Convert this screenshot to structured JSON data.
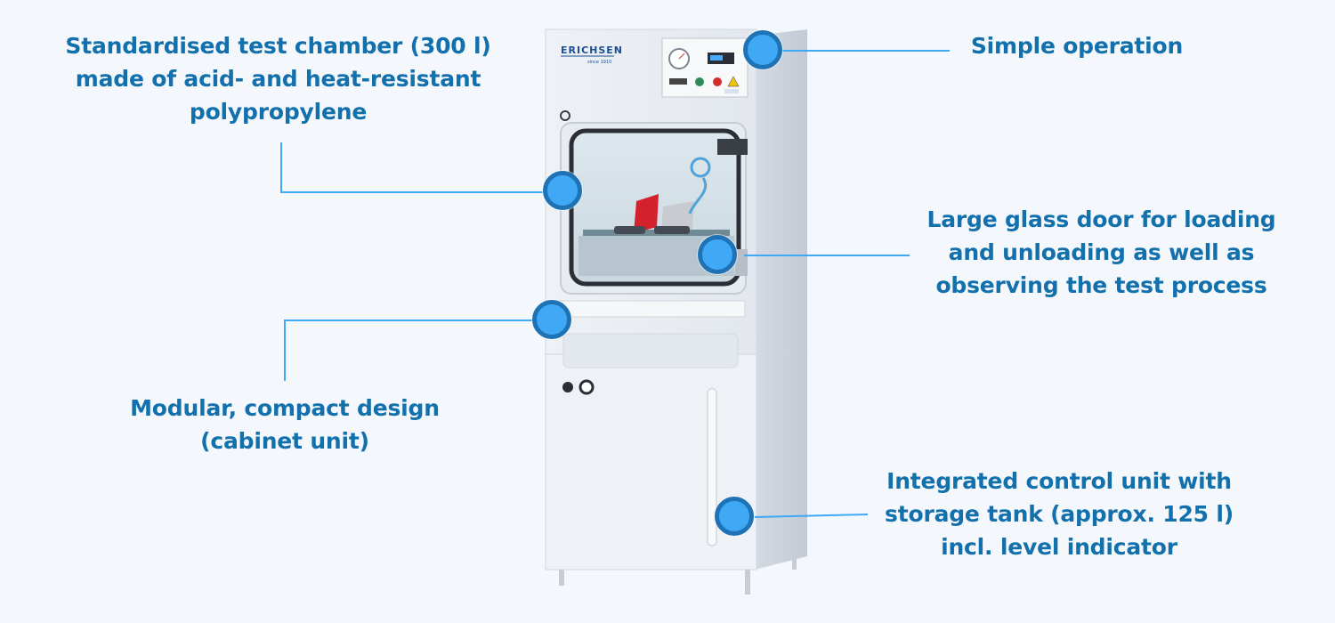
{
  "callouts": [
    {
      "id": "test-chamber",
      "lines": [
        "Standardised test chamber (300 l)",
        "made of acid- and heat-resistant",
        "polypropylene"
      ]
    },
    {
      "id": "simple-operation",
      "lines": [
        "Simple operation"
      ]
    },
    {
      "id": "glass-door",
      "lines": [
        "Large glass door for loading",
        "and unloading as well as",
        "observing the test process"
      ]
    },
    {
      "id": "modular-design",
      "lines": [
        "Modular, compact design",
        "(cabinet unit)"
      ]
    },
    {
      "id": "control-unit",
      "lines": [
        "Integrated control unit with",
        "storage tank (approx. 125 l)",
        "incl. level indicator"
      ]
    }
  ],
  "machine": {
    "brand": "ERICHSEN",
    "brand_sub": "since 1910",
    "panel_brand": "ERICHSEN"
  },
  "colors": {
    "label_text": "#1270ad",
    "leader_line": "#3fa9f5",
    "marker_fill": "#3fa9f5",
    "marker_ring": "#1f73b4",
    "background": "#f4f7fb"
  }
}
